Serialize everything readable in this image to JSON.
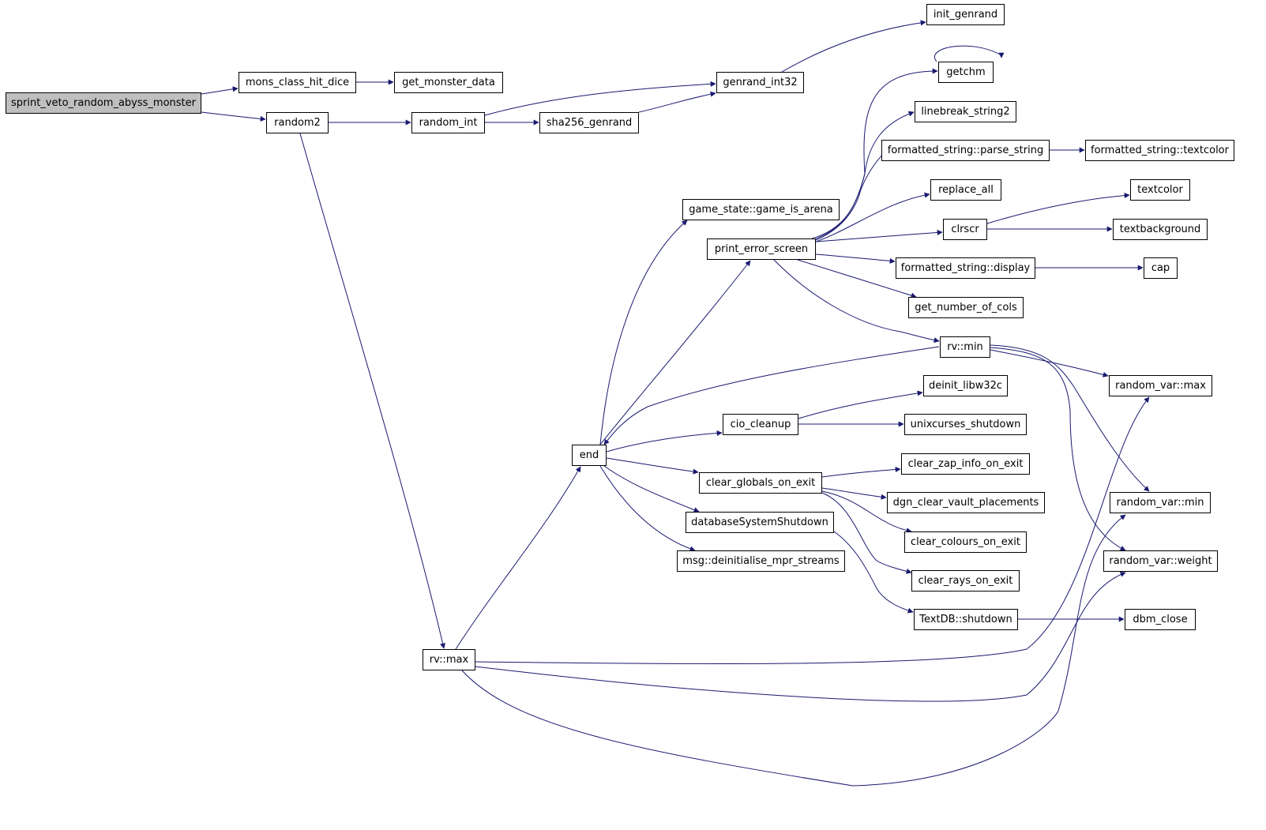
{
  "colors": {
    "edge": "#191970",
    "root_fill": "#bfbfbf",
    "node_fill": "#ffffff",
    "node_border": "#000000"
  },
  "nodes": {
    "sprint_veto_random_abyss_monster": "sprint_veto_random_abyss_monster",
    "mons_class_hit_dice": "mons_class_hit_dice",
    "get_monster_data": "get_monster_data",
    "random2": "random2",
    "random_int": "random_int",
    "sha256_genrand": "sha256_genrand",
    "genrand_int32": "genrand_int32",
    "init_genrand": "init_genrand",
    "rv_max": "rv::max",
    "end": "end",
    "game_is_arena": "game_state::game_is_arena",
    "print_error_screen": "print_error_screen",
    "getchm": "getchm",
    "linebreak_string2": "linebreak_string2",
    "parse_string": "formatted_string::parse_string",
    "fs_textcolor": "formatted_string::textcolor",
    "replace_all": "replace_all",
    "clrscr": "clrscr",
    "textcolor": "textcolor",
    "textbackground": "textbackground",
    "fs_display": "formatted_string::display",
    "cap": "cap",
    "get_number_of_cols": "get_number_of_cols",
    "rv_min": "rv::min",
    "random_var_max": "random_var::max",
    "deinit_libw32c": "deinit_libw32c",
    "cio_cleanup": "cio_cleanup",
    "unixcurses_shutdown": "unixcurses_shutdown",
    "clear_zap_info_on_exit": "clear_zap_info_on_exit",
    "clear_globals_on_exit": "clear_globals_on_exit",
    "dgn_clear_vault_placements": "dgn_clear_vault_placements",
    "random_var_min": "random_var::min",
    "databaseSystemShutdown": "databaseSystemShutdown",
    "clear_colours_on_exit": "clear_colours_on_exit",
    "random_var_weight": "random_var::weight",
    "deinitialise_mpr_streams": "msg::deinitialise_mpr_streams",
    "clear_rays_on_exit": "clear_rays_on_exit",
    "textdb_shutdown": "TextDB::shutdown",
    "dbm_close": "dbm_close"
  }
}
